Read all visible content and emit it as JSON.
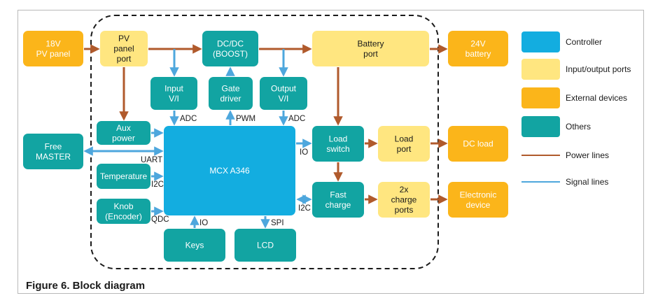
{
  "caption": "Figure 6.  Block diagram",
  "colors": {
    "controller": "#13ade0",
    "io_port": "#ffe680",
    "external": "#fbb51a",
    "other": "#12a4a2",
    "power_line": "#b05a2c",
    "signal_line": "#4ea7dd"
  },
  "blocks": {
    "pv_panel": [
      "18V",
      "PV panel"
    ],
    "pv_port": [
      "PV",
      "panel",
      "port"
    ],
    "dcdc": [
      "DC/DC",
      "(BOOST)"
    ],
    "battery_port": [
      "Battery",
      "port"
    ],
    "battery_24v": [
      "24V",
      "battery"
    ],
    "input_vi": [
      "Input",
      "V/I"
    ],
    "gate_driver": [
      "Gate",
      "driver"
    ],
    "output_vi": [
      "Output",
      "V/I"
    ],
    "aux_power": [
      "Aux",
      "power"
    ],
    "free_master": [
      "Free",
      "MASTER"
    ],
    "mcx": [
      "MCX A346"
    ],
    "load_switch": [
      "Load",
      "switch"
    ],
    "load_port": [
      "Load",
      "port"
    ],
    "dc_load": [
      "DC load"
    ],
    "temperature": [
      "Temperature"
    ],
    "knob": [
      "Knob",
      "(Encoder)"
    ],
    "fast_charge": [
      "Fast",
      "charge"
    ],
    "charge_ports": [
      "2x",
      "charge",
      "ports"
    ],
    "electronic_device": [
      "Electronic",
      "device"
    ],
    "keys": [
      "Keys"
    ],
    "lcd": [
      "LCD"
    ]
  },
  "signal_labels": {
    "adc_in": "ADC",
    "pwm": "PWM",
    "adc_out": "ADC",
    "uart": "UART",
    "i2c_temp": "I2C",
    "qdc": "QDC",
    "io_keys": "IO",
    "spi": "SPI",
    "io_load": "IO",
    "i2c_fast": "I2C"
  },
  "legend": [
    {
      "label": "Controller",
      "kind": "controller"
    },
    {
      "label": "Input/output ports",
      "kind": "io_port"
    },
    {
      "label": "External devices",
      "kind": "external"
    },
    {
      "label": "Others",
      "kind": "other"
    },
    {
      "label": "Power lines",
      "kind": "power_line"
    },
    {
      "label": "Signal lines",
      "kind": "signal_line"
    }
  ]
}
